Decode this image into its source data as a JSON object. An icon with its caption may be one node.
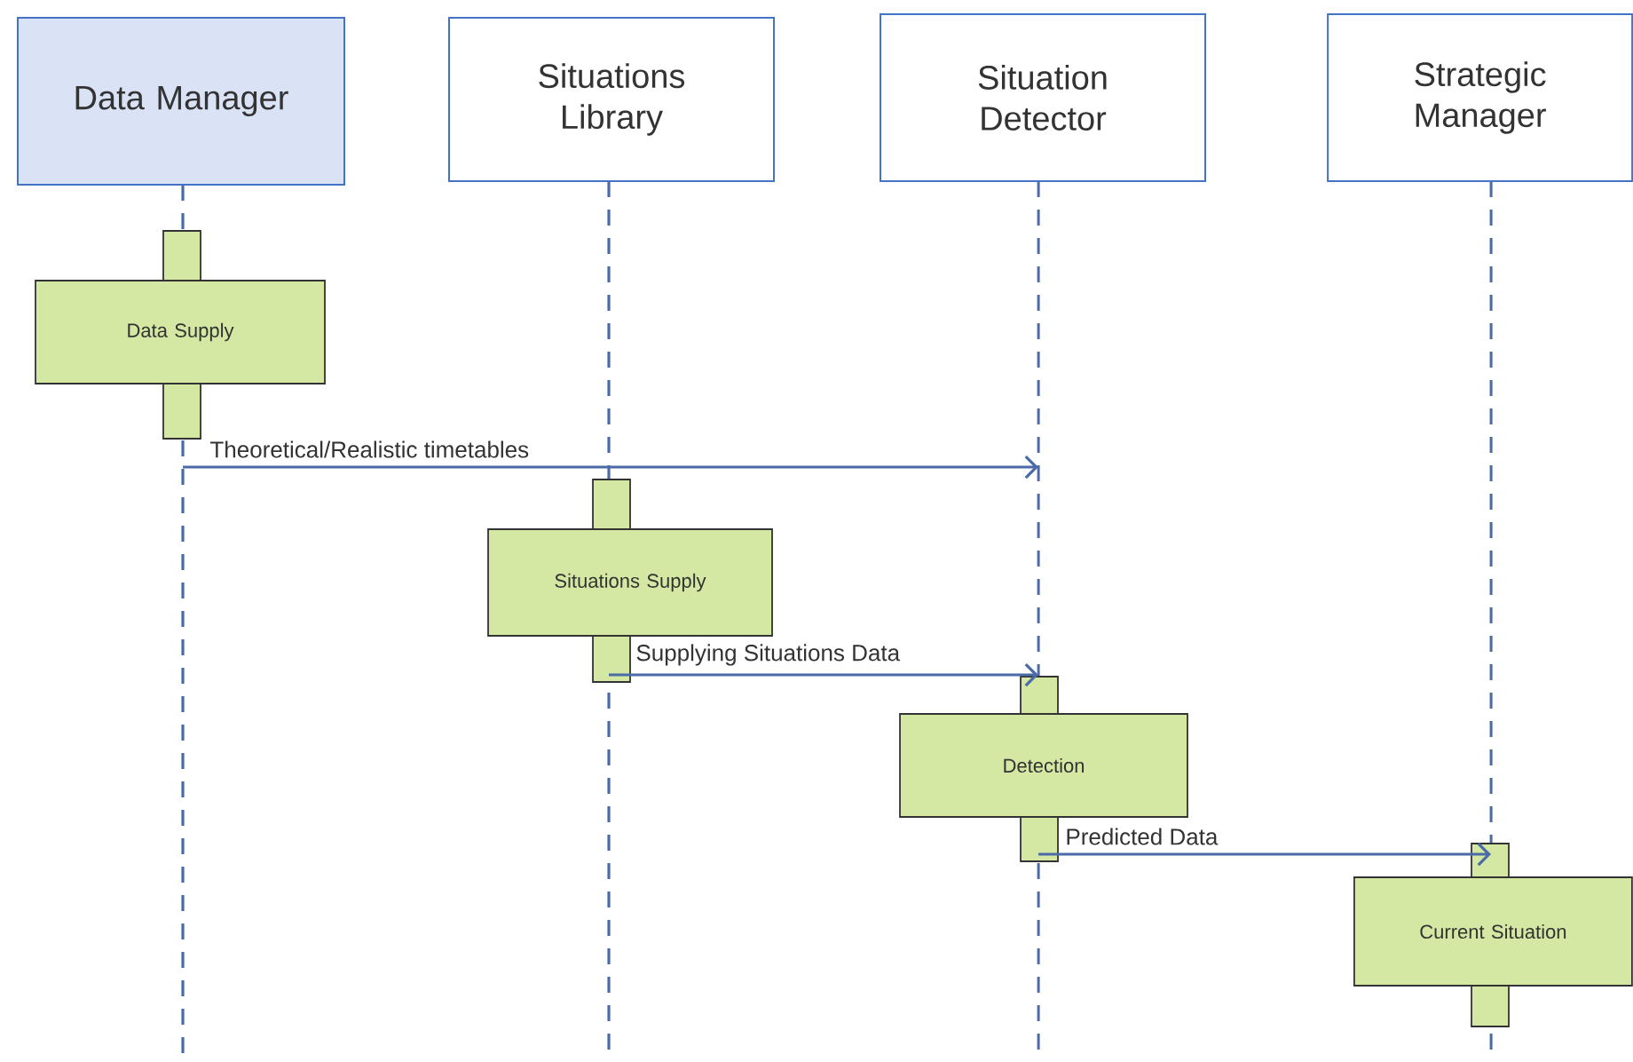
{
  "diagram": {
    "nodes": [
      {
        "text": [
          "Data Manager"
        ]
      },
      {
        "text": [
          "Situations Library"
        ]
      },
      {
        "text": [
          "Situation Detector"
        ]
      },
      {
        "text": [
          "Strategic Manager"
        ]
      },
      {
        "text": [
          "Data Supply"
        ]
      },
      {
        "text": [
          "Situations Supply"
        ]
      },
      {
        "text": [
          "Detection"
        ]
      },
      {
        "text": [
          "Current Situation"
        ]
      }
    ],
    "edges": [
      {
        "from": 4,
        "to": null,
        "arrow": "to",
        "label": "Theoretical/Realistic timetables"
      },
      {
        "from": 5,
        "to": 6,
        "arrow": "to",
        "label": "Supplying Situations Data"
      },
      {
        "from": 6,
        "to": 7,
        "arrow": "to",
        "label": "Predicted Data"
      }
    ]
  }
}
